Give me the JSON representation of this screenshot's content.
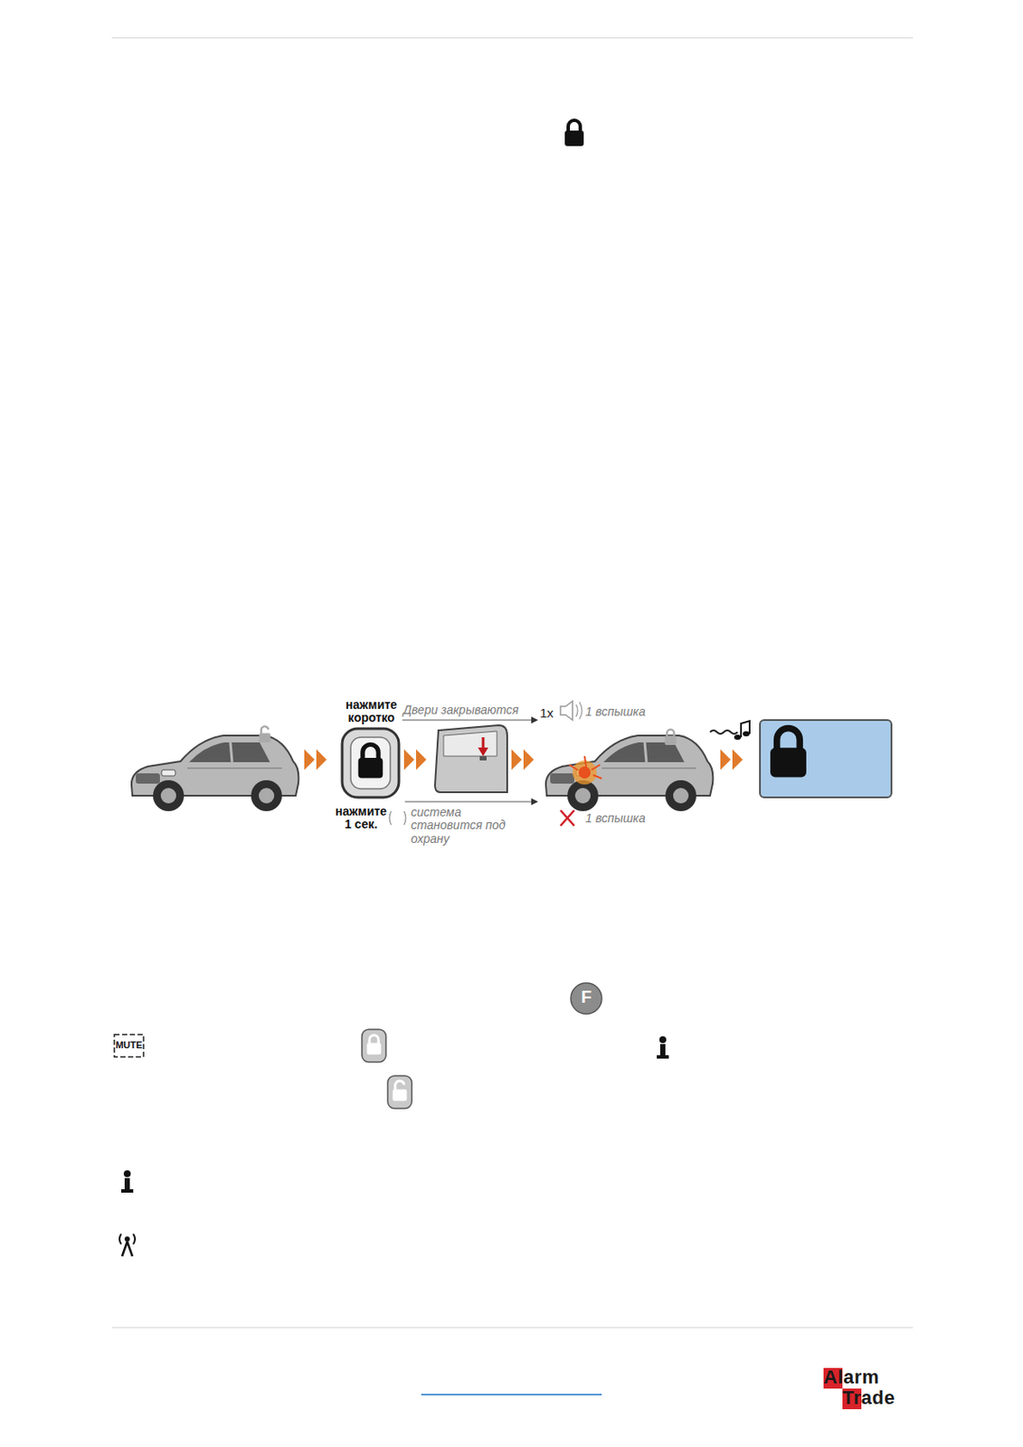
{
  "diagram": {
    "labels": [
      "нажмите коротко",
      "Двери закрываются",
      "1x",
      "1 вспышка",
      "нажмите 1 сек.",
      "система становится под охрану",
      "1 вспышка",
      "MUTE",
      "F",
      "Alarm",
      "Trade"
    ]
  }
}
